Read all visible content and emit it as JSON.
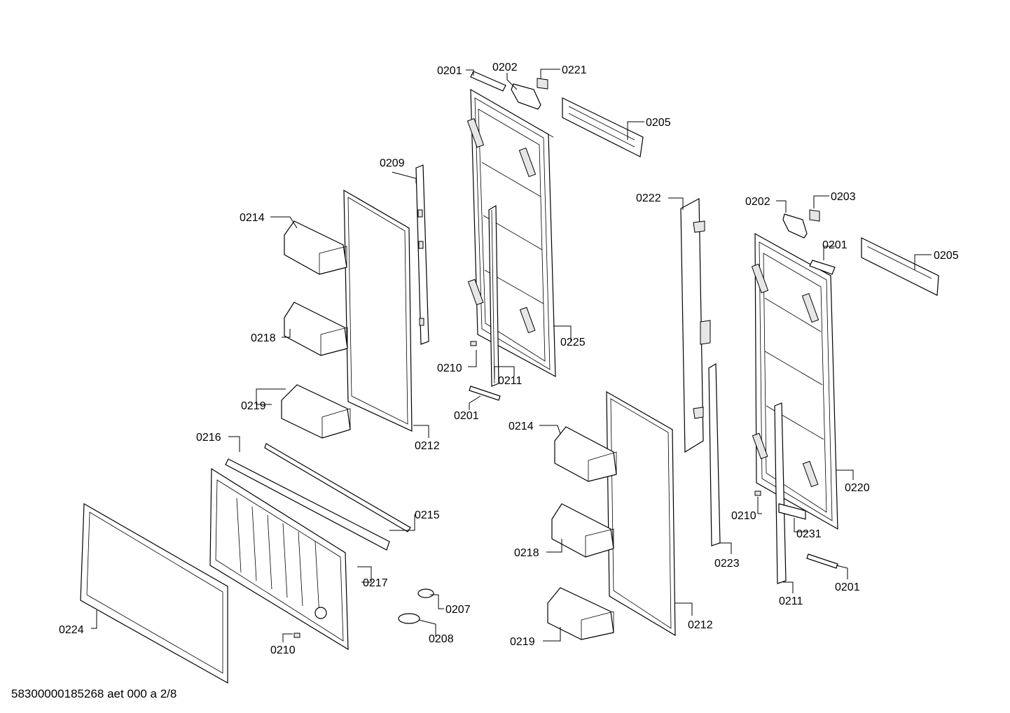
{
  "footer": {
    "document_code": "58300000185268 aet 000 a 2/8"
  },
  "callouts": [
    {
      "id": "c01",
      "text": "0201"
    },
    {
      "id": "c02",
      "text": "0202"
    },
    {
      "id": "c03",
      "text": "0221"
    },
    {
      "id": "c04",
      "text": "0205"
    },
    {
      "id": "c05",
      "text": "0209"
    },
    {
      "id": "c06",
      "text": "0214"
    },
    {
      "id": "c07",
      "text": "0218"
    },
    {
      "id": "c08",
      "text": "0219"
    },
    {
      "id": "c09",
      "text": "0212"
    },
    {
      "id": "c10",
      "text": "0210"
    },
    {
      "id": "c11",
      "text": "0211"
    },
    {
      "id": "c12",
      "text": "0225"
    },
    {
      "id": "c13",
      "text": "0201"
    },
    {
      "id": "c14",
      "text": "0222"
    },
    {
      "id": "c15",
      "text": "0202"
    },
    {
      "id": "c16",
      "text": "0203"
    },
    {
      "id": "c17",
      "text": "0201"
    },
    {
      "id": "c18",
      "text": "0205"
    },
    {
      "id": "c19",
      "text": "0216"
    },
    {
      "id": "c20",
      "text": "0215"
    },
    {
      "id": "c21",
      "text": "0217"
    },
    {
      "id": "c22",
      "text": "0224"
    },
    {
      "id": "c23",
      "text": "0210"
    },
    {
      "id": "c24",
      "text": "0207"
    },
    {
      "id": "c25",
      "text": "0208"
    },
    {
      "id": "c26",
      "text": "0214"
    },
    {
      "id": "c27",
      "text": "0218"
    },
    {
      "id": "c28",
      "text": "0219"
    },
    {
      "id": "c29",
      "text": "0212"
    },
    {
      "id": "c30",
      "text": "0223"
    },
    {
      "id": "c31",
      "text": "0220"
    },
    {
      "id": "c32",
      "text": "0210"
    },
    {
      "id": "c33",
      "text": "0231"
    },
    {
      "id": "c34",
      "text": "0211"
    },
    {
      "id": "c35",
      "text": "0201"
    }
  ]
}
